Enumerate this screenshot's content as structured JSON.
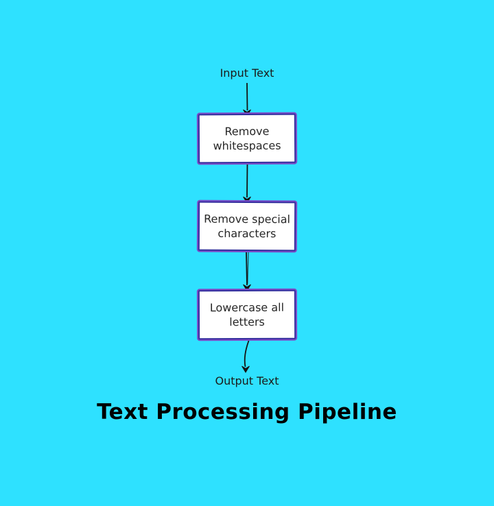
{
  "diagram": {
    "input_label": "Input Text",
    "output_label": "Output Text",
    "nodes": [
      {
        "label": "Remove whitespaces"
      },
      {
        "label": "Remove special characters"
      },
      {
        "label": "Lowercase all letters"
      }
    ],
    "title": "Text Processing Pipeline"
  },
  "colors": {
    "background": "#2EE1FF",
    "node_fill": "#FFFFFF",
    "node_border_navy": "#35309E",
    "node_border_purple": "#7C4BC8",
    "arrow": "#141414",
    "label_text": "#1B1B1B",
    "node_text": "#262626",
    "title_text": "#000000"
  }
}
